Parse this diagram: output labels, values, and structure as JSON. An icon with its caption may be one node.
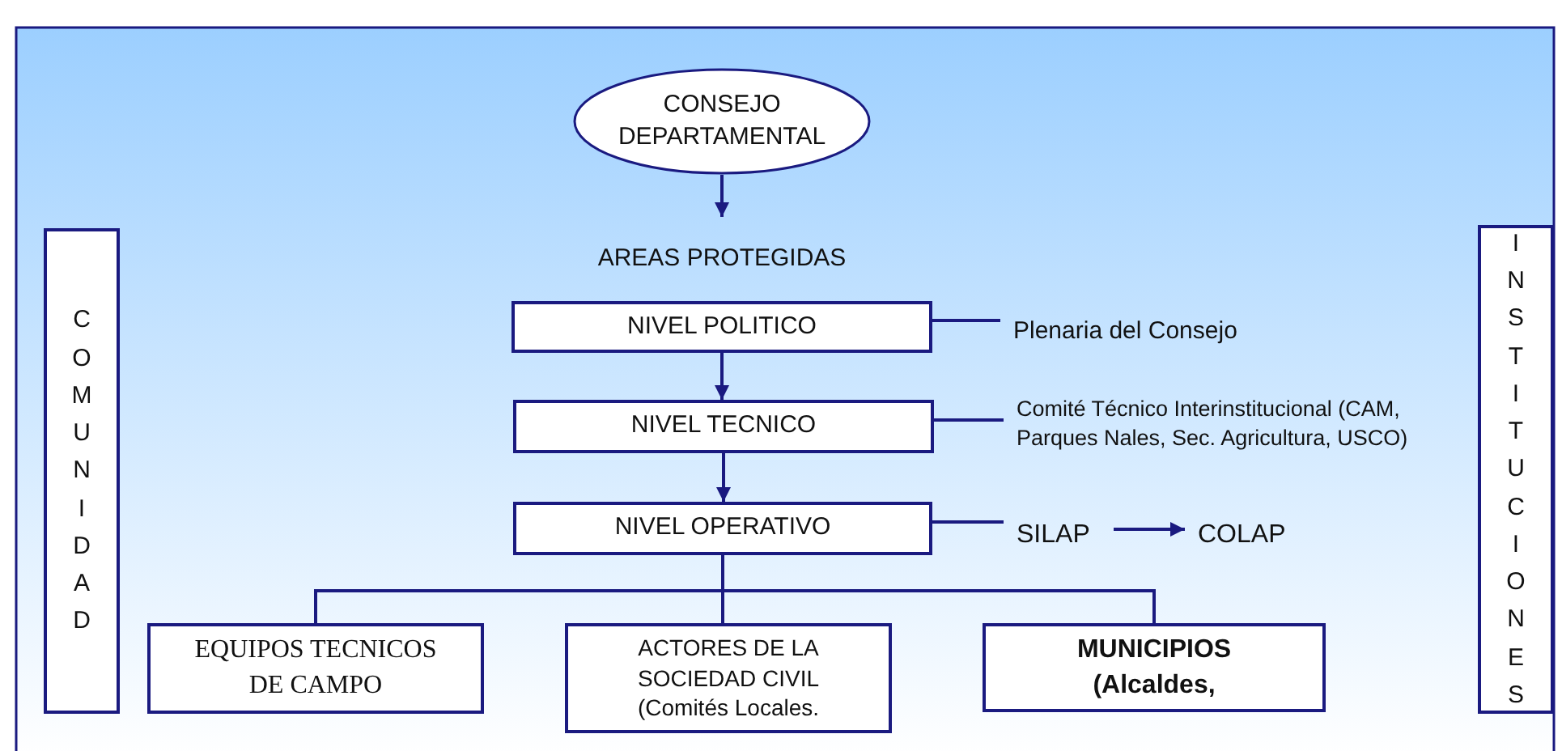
{
  "diagram": {
    "nodes": [
      {
        "text": [
          "CONSEJO DEPARTAMENTAL"
        ]
      },
      {
        "text": [
          "AREAS  PROTEGIDAS"
        ]
      },
      {
        "text": [
          "NIVEL POLITICO"
        ]
      },
      {
        "text": [
          "Plenaria del Consejo"
        ]
      },
      {
        "text": [
          "NIVEL TECNICO"
        ]
      },
      {
        "text": [
          "Comité Técnico Interinstitucional (CAM, Parques Nales, Sec. Agricultura, USCO)"
        ]
      },
      {
        "text": [
          "NIVEL OPERATIVO"
        ]
      },
      {
        "text": [
          "SILAP"
        ]
      },
      {
        "text": [
          "COLAP"
        ]
      },
      {
        "text": [
          "EQUIPOS TECNICOS DE CAMPO"
        ]
      },
      {
        "text": [
          "ACTORES DE LA SOCIEDAD CIVIL (Comités Locales."
        ]
      },
      {
        "text": [
          "MUNICIPIOS (Alcaldes,"
        ]
      },
      {
        "text": [
          "COMUNIDAD"
        ]
      },
      {
        "text": [
          "INSTITUCIONES"
        ]
      }
    ],
    "edges": [
      {
        "from": 0,
        "to": 1,
        "arrow": "to"
      },
      {
        "from": 2,
        "to": 4,
        "arrow": "to"
      },
      {
        "from": 4,
        "to": 6,
        "arrow": "to"
      },
      {
        "from": 2,
        "to": 3,
        "arrow": "none"
      },
      {
        "from": 4,
        "to": 5,
        "arrow": "none"
      },
      {
        "from": 6,
        "to": 7,
        "arrow": "none"
      },
      {
        "from": 7,
        "to": 8,
        "arrow": "to"
      },
      {
        "from": 6,
        "to": 9,
        "arrow": "none"
      },
      {
        "from": 6,
        "to": 10,
        "arrow": "none"
      },
      {
        "from": 6,
        "to": 11,
        "arrow": "none"
      }
    ]
  }
}
